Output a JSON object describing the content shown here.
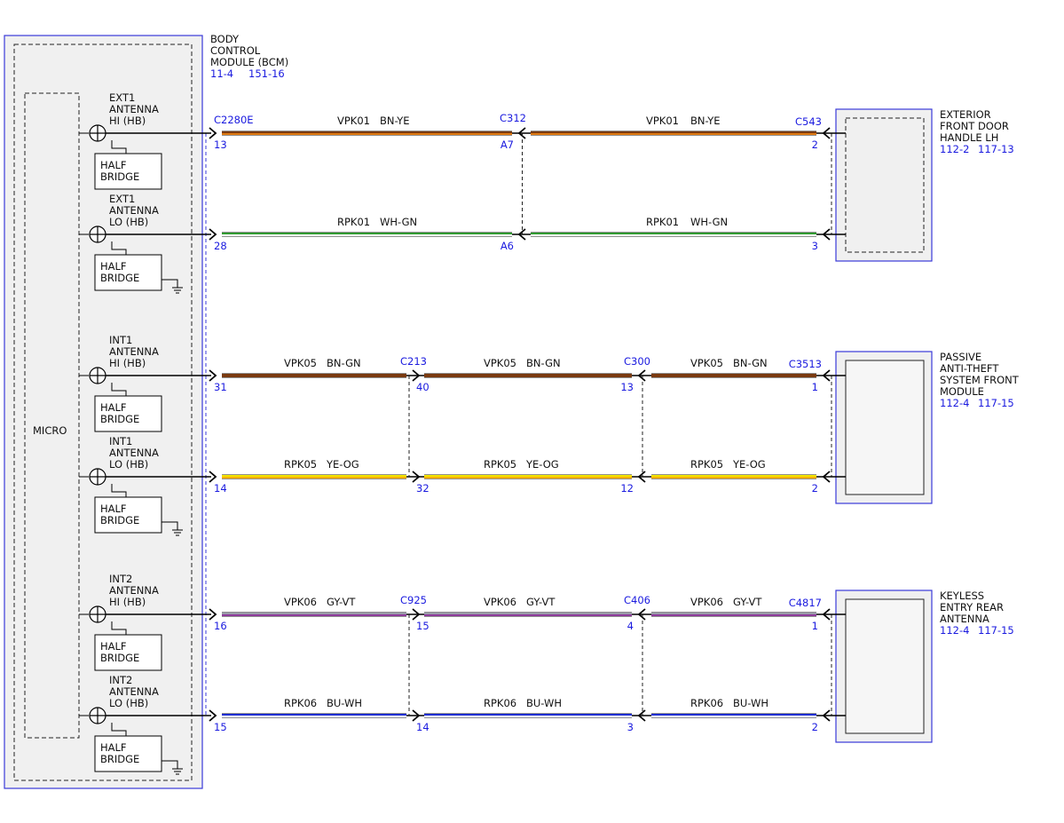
{
  "bcm": {
    "title_lines": [
      "BODY",
      "CONTROL",
      "MODULE (BCM)"
    ],
    "refs": [
      "11-4",
      "151-16"
    ],
    "micro_label": "MICRO"
  },
  "half_bridge_label": [
    "HALF",
    "BRIDGE"
  ],
  "channels": [
    {
      "antenna": [
        "EXT1",
        "ANTENNA",
        "HI (HB)"
      ],
      "grounded": false
    },
    {
      "antenna": [
        "EXT1",
        "ANTENNA",
        "LO (HB)"
      ],
      "grounded": true
    },
    {
      "antenna": [
        "INT1",
        "ANTENNA",
        "HI (HB)"
      ],
      "grounded": false
    },
    {
      "antenna": [
        "INT1",
        "ANTENNA",
        "LO (HB)"
      ],
      "grounded": true
    },
    {
      "antenna": [
        "INT2",
        "ANTENNA",
        "HI (HB)"
      ],
      "grounded": false
    },
    {
      "antenna": [
        "INT2",
        "ANTENNA",
        "LO (HB)"
      ],
      "grounded": true
    }
  ],
  "components": [
    {
      "name_lines": [
        "EXTERIOR",
        "FRONT DOOR",
        "HANDLE LH"
      ],
      "refs": [
        "112-2",
        "117-13"
      ],
      "dashed_inner": true
    },
    {
      "name_lines": [
        "PASSIVE",
        "ANTI-THEFT",
        "SYSTEM FRONT",
        "MODULE"
      ],
      "refs": [
        "112-4",
        "117-15"
      ],
      "dashed_inner": false
    },
    {
      "name_lines": [
        "KEYLESS",
        "ENTRY REAR",
        "ANTENNA"
      ],
      "refs": [
        "112-4",
        "117-15"
      ],
      "dashed_inner": false
    }
  ],
  "wire_colors": {
    "BN-YE": [
      "#7a3a10",
      "#e07a10"
    ],
    "WH-GN": [
      "#2f9a2f",
      "#ffffff"
    ],
    "BN-GN": [
      "#7a3a10",
      "#7a3a10"
    ],
    "YE-OG": [
      "#f3e500",
      "#ffb000"
    ],
    "GY-VT": [
      "#9a9aa8",
      "#8e3c9c"
    ],
    "BU-WH": [
      "#1f2fd2",
      "#ffffff"
    ]
  },
  "groups": [
    {
      "wires": [
        {
          "segments": [
            {
              "circuit": "VPK01",
              "color": "BN-YE",
              "start_pin": "13",
              "end_pin": "A7"
            },
            {
              "circuit": "VPK01",
              "color": "BN-YE",
              "start_pin": "",
              "end_pin": "2"
            }
          ]
        },
        {
          "segments": [
            {
              "circuit": "RPK01",
              "color": "WH-GN",
              "start_pin": "28",
              "end_pin": "A6"
            },
            {
              "circuit": "RPK01",
              "color": "WH-GN",
              "start_pin": "",
              "end_pin": "3"
            }
          ]
        }
      ],
      "connectors": [
        "C2280E",
        "C312",
        "C543"
      ]
    },
    {
      "wires": [
        {
          "segments": [
            {
              "circuit": "VPK05",
              "color": "BN-GN",
              "start_pin": "31",
              "end_pin": ""
            },
            {
              "circuit": "VPK05",
              "color": "BN-GN",
              "start_pin": "40",
              "end_pin": "13"
            },
            {
              "circuit": "VPK05",
              "color": "BN-GN",
              "start_pin": "",
              "end_pin": "1"
            }
          ]
        },
        {
          "segments": [
            {
              "circuit": "RPK05",
              "color": "YE-OG",
              "start_pin": "14",
              "end_pin": ""
            },
            {
              "circuit": "RPK05",
              "color": "YE-OG",
              "start_pin": "32",
              "end_pin": "12"
            },
            {
              "circuit": "RPK05",
              "color": "YE-OG",
              "start_pin": "",
              "end_pin": "2"
            }
          ]
        }
      ],
      "connectors": [
        "C213",
        "C300",
        "C3513"
      ]
    },
    {
      "wires": [
        {
          "segments": [
            {
              "circuit": "VPK06",
              "color": "GY-VT",
              "start_pin": "16",
              "end_pin": ""
            },
            {
              "circuit": "VPK06",
              "color": "GY-VT",
              "start_pin": "15",
              "end_pin": "4"
            },
            {
              "circuit": "VPK06",
              "color": "GY-VT",
              "start_pin": "",
              "end_pin": "1"
            }
          ]
        },
        {
          "segments": [
            {
              "circuit": "RPK06",
              "color": "BU-WH",
              "start_pin": "15",
              "end_pin": ""
            },
            {
              "circuit": "RPK06",
              "color": "BU-WH",
              "start_pin": "14",
              "end_pin": "3"
            },
            {
              "circuit": "RPK06",
              "color": "BU-WH",
              "start_pin": "",
              "end_pin": "2"
            }
          ]
        }
      ],
      "connectors": [
        "C925",
        "C406",
        "C4817"
      ]
    }
  ]
}
